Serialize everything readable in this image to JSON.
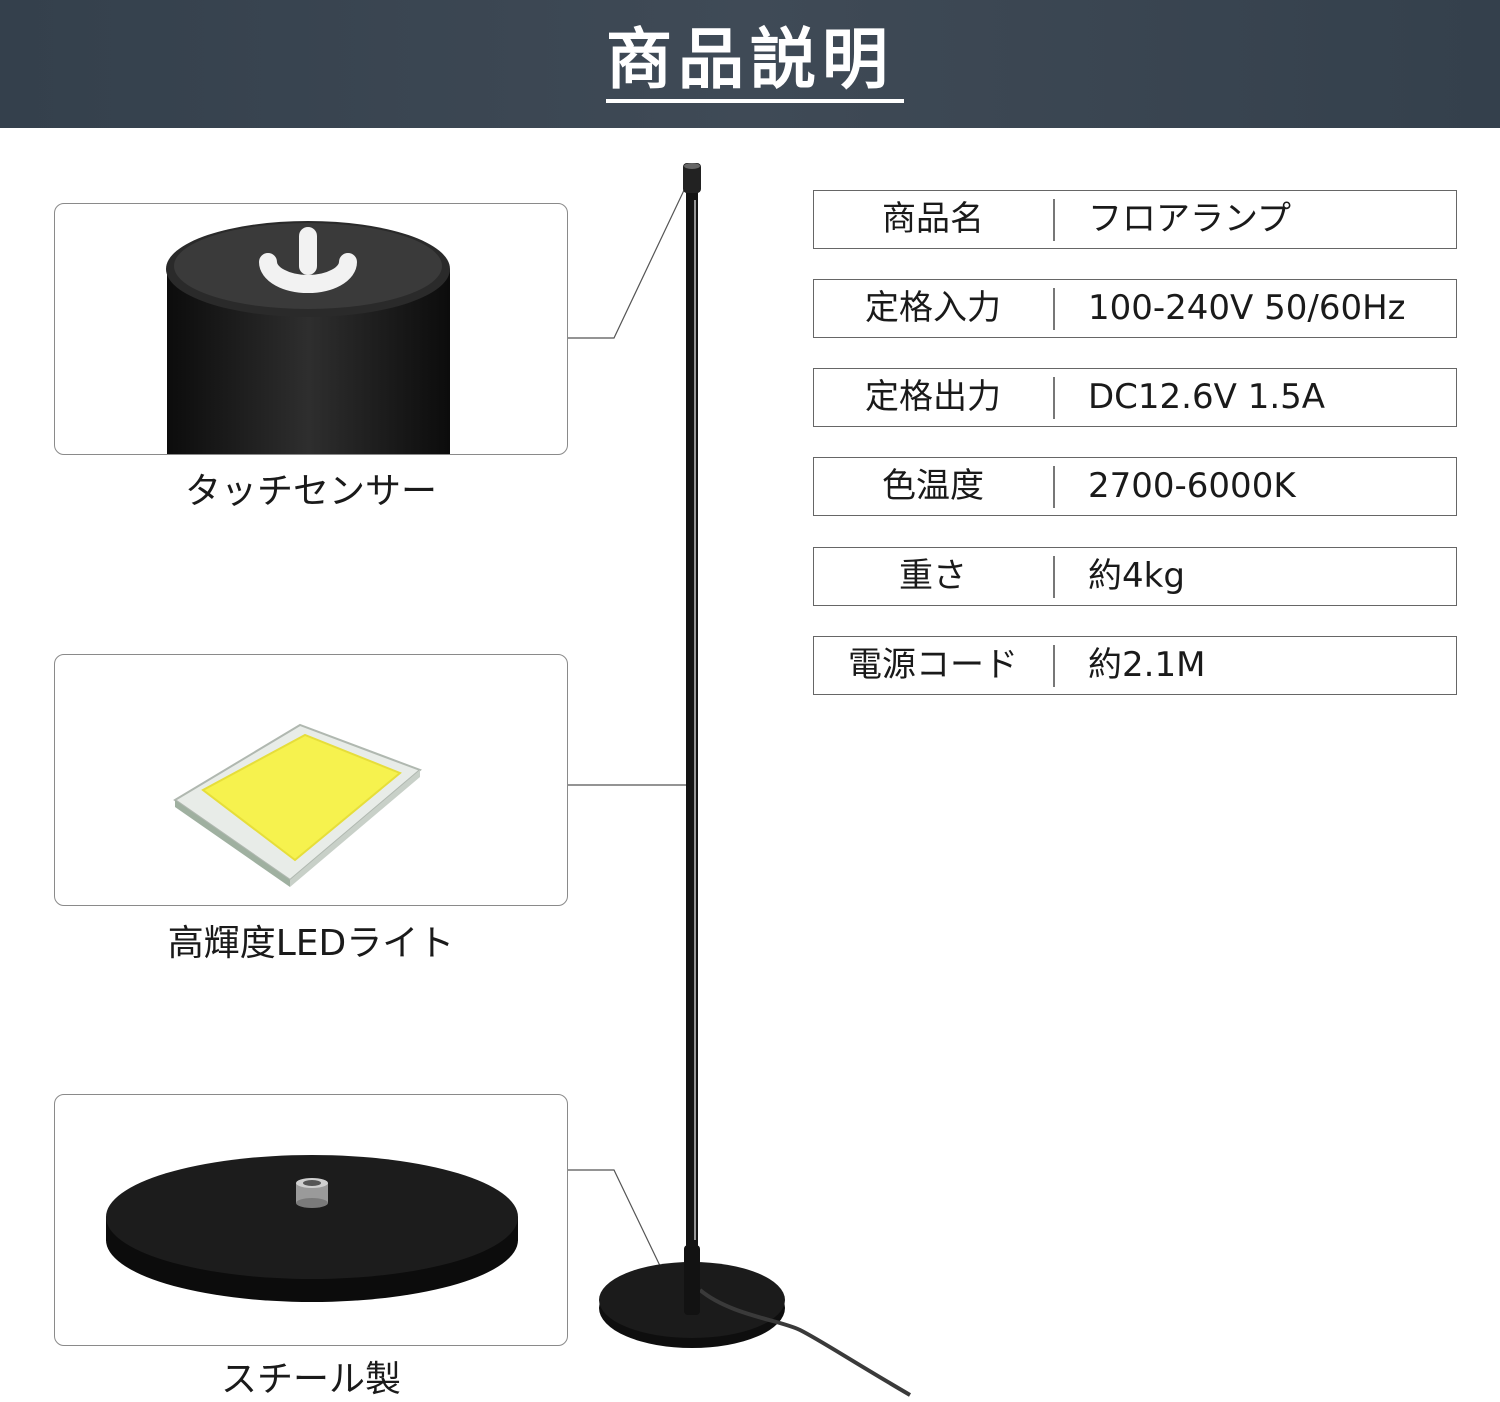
{
  "header": {
    "title": "商品説明"
  },
  "features": [
    {
      "caption": "タッチセンサー",
      "icon": "touch-sensor-icon"
    },
    {
      "caption": "高輝度LEDライト",
      "icon": "led-chip-icon"
    },
    {
      "caption": "スチール製",
      "icon": "steel-base-icon"
    }
  ],
  "specs": [
    {
      "label": "商品名",
      "value": "フロアランプ"
    },
    {
      "label": "定格入力",
      "value": "100-240V 50/60Hz"
    },
    {
      "label": "定格出力",
      "value": "DC12.6V 1.5A"
    },
    {
      "label": "色温度",
      "value": "2700-6000K"
    },
    {
      "label": "重さ",
      "value": "約4kg"
    },
    {
      "label": "電源コード",
      "value": "約2.1M"
    }
  ],
  "colors": {
    "header_bg": "#3a4550",
    "led_yellow": "#f6f24e",
    "lamp_black": "#111111"
  }
}
